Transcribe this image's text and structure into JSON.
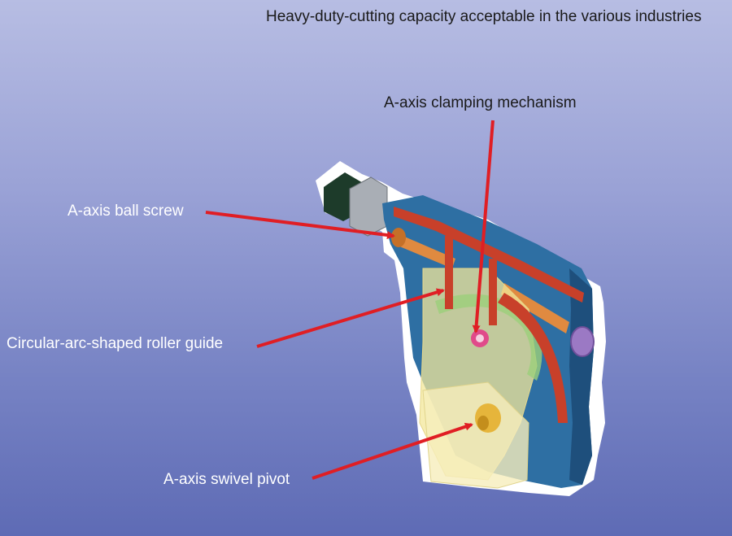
{
  "headline": "Heavy-duty-cutting capacity acceptable in the various industries",
  "callouts": {
    "clamping_mechanism": "A-axis clamping mechanism",
    "ball_screw": "A-axis ball screw",
    "roller_guide": "Circular-arc-shaped roller guide",
    "swivel_pivot": "A-axis swivel pivot"
  },
  "colors": {
    "arrow": "#e01e24",
    "body_blue": "#2e6fa3",
    "guide_red": "#c8402a",
    "screw_orange": "#e08a40",
    "transparent_yellow": "#f3e79a",
    "green_arc": "#9bd07a"
  }
}
